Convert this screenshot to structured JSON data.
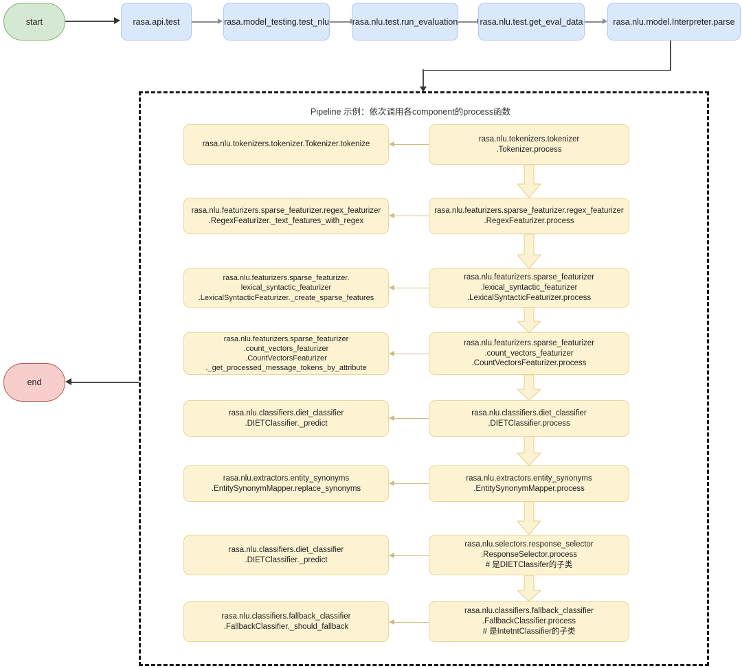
{
  "diagram": {
    "type": "flowchart",
    "title": "Rasa NLU test / parse call flow",
    "colors": {
      "start_fill": "#d5e8d4",
      "start_stroke": "#82b366",
      "end_fill": "#f8cecc",
      "end_stroke": "#b85450",
      "process_fill": "#dae8fc",
      "process_stroke": "#b2c9e8",
      "pipeline_fill": "#fdf3d3",
      "pipeline_stroke": "#e8d69a",
      "container_stroke": "#1a1a1a"
    }
  },
  "terminators": {
    "start": "start",
    "end": "end"
  },
  "top_flow": [
    {
      "label": "rasa.api.test"
    },
    {
      "label": "rasa.model_testing.test_nlu"
    },
    {
      "label": "rasa.nlu.test.run_evaluation"
    },
    {
      "label": "rasa.nlu.test.get_eval_data"
    },
    {
      "label": "rasa.nlu.model.Interpreter.parse"
    }
  ],
  "pipeline": {
    "title": "Pipeline 示例：依次调用各component的process函数",
    "rows": [
      {
        "process": "rasa.nlu.tokenizers.tokenizer\n.Tokenizer.process",
        "detail": "rasa.nlu.tokenizers.tokenizer.Tokenizer.tokenize"
      },
      {
        "process": "rasa.nlu.featurizers.sparse_featurizer.regex_featurizer\n.RegexFeaturizer.process",
        "detail": "rasa.nlu.featurizers.sparse_featurizer.regex_featurizer\n.RegexFeaturizer._text_features_with_regex"
      },
      {
        "process": "rasa.nlu.featurizers.sparse_featurizer\n.lexical_syntactic_featurizer\n.LexicalSyntacticFeaturizer.process",
        "detail": "rasa.nlu.featurizers.sparse_featurizer.\nlexical_syntactic_featurizer\n.LexicalSyntacticFeaturizer._create_sparse_features"
      },
      {
        "process": "rasa.nlu.featurizers.sparse_featurizer\n.count_vectors_featurizer\n.CountVectorsFeaturizer.process",
        "detail": "rasa.nlu.featurizers.sparse_featurizer\n.count_vectors_featurizer\n.CountVectorsFeaturizer\n._get_processed_message_tokens_by_attribute"
      },
      {
        "process": "rasa.nlu.classifiers.diet_classifier\n.DIETClassifier.process",
        "detail": "rasa.nlu.classifiers.diet_classifier\n.DIETClassifier._predict"
      },
      {
        "process": "rasa.nlu.extractors.entity_synonyms\n.EntitySynonymMapper.process",
        "detail": "rasa.nlu.extractors.entity_synonyms\n.EntitySynonymMapper.replace_synonyms"
      },
      {
        "process": "rasa.nlu.selectors.response_selector\n.ResponseSelector.process\n# 是DIETClassifer的子类",
        "detail": "rasa.nlu.classifiers.diet_classifier\n.DIETClassifier._predict"
      },
      {
        "process": "rasa.nlu.classifiers.fallback_classifier\n.FallbackClassifier.process\n# 是IntetntClassifier的子类",
        "detail": "rasa.nlu.classifiers.fallback_classifier\n.FallbackClassifier._should_fallback"
      }
    ]
  }
}
